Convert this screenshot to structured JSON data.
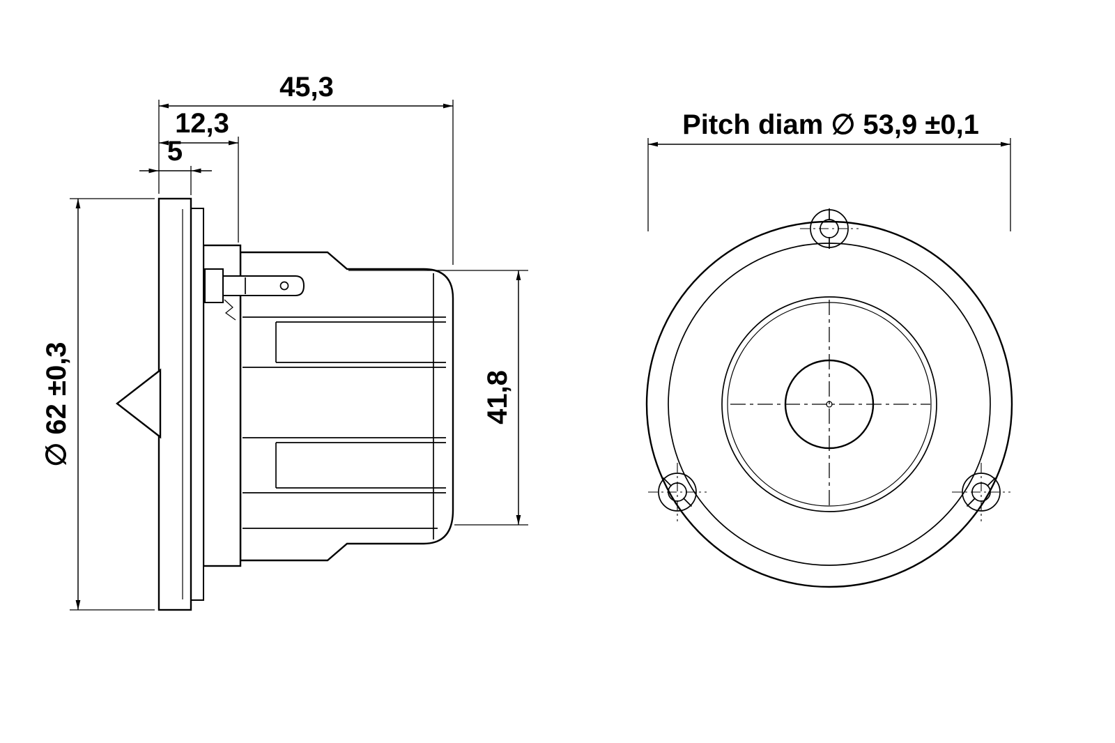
{
  "colors": {
    "background": "#ffffff",
    "lines": "#000000"
  },
  "side_view": {
    "dims": {
      "total_depth": "45,3",
      "front_section_depth": "12,3",
      "faceplate_thickness": "5",
      "faceplate_diameter": "∅ 62 ±0,3",
      "rear_body_height": "41,8"
    }
  },
  "front_view": {
    "dims": {
      "pitch_diameter": "Pitch diam ∅ 53,9 ±0,1"
    }
  }
}
